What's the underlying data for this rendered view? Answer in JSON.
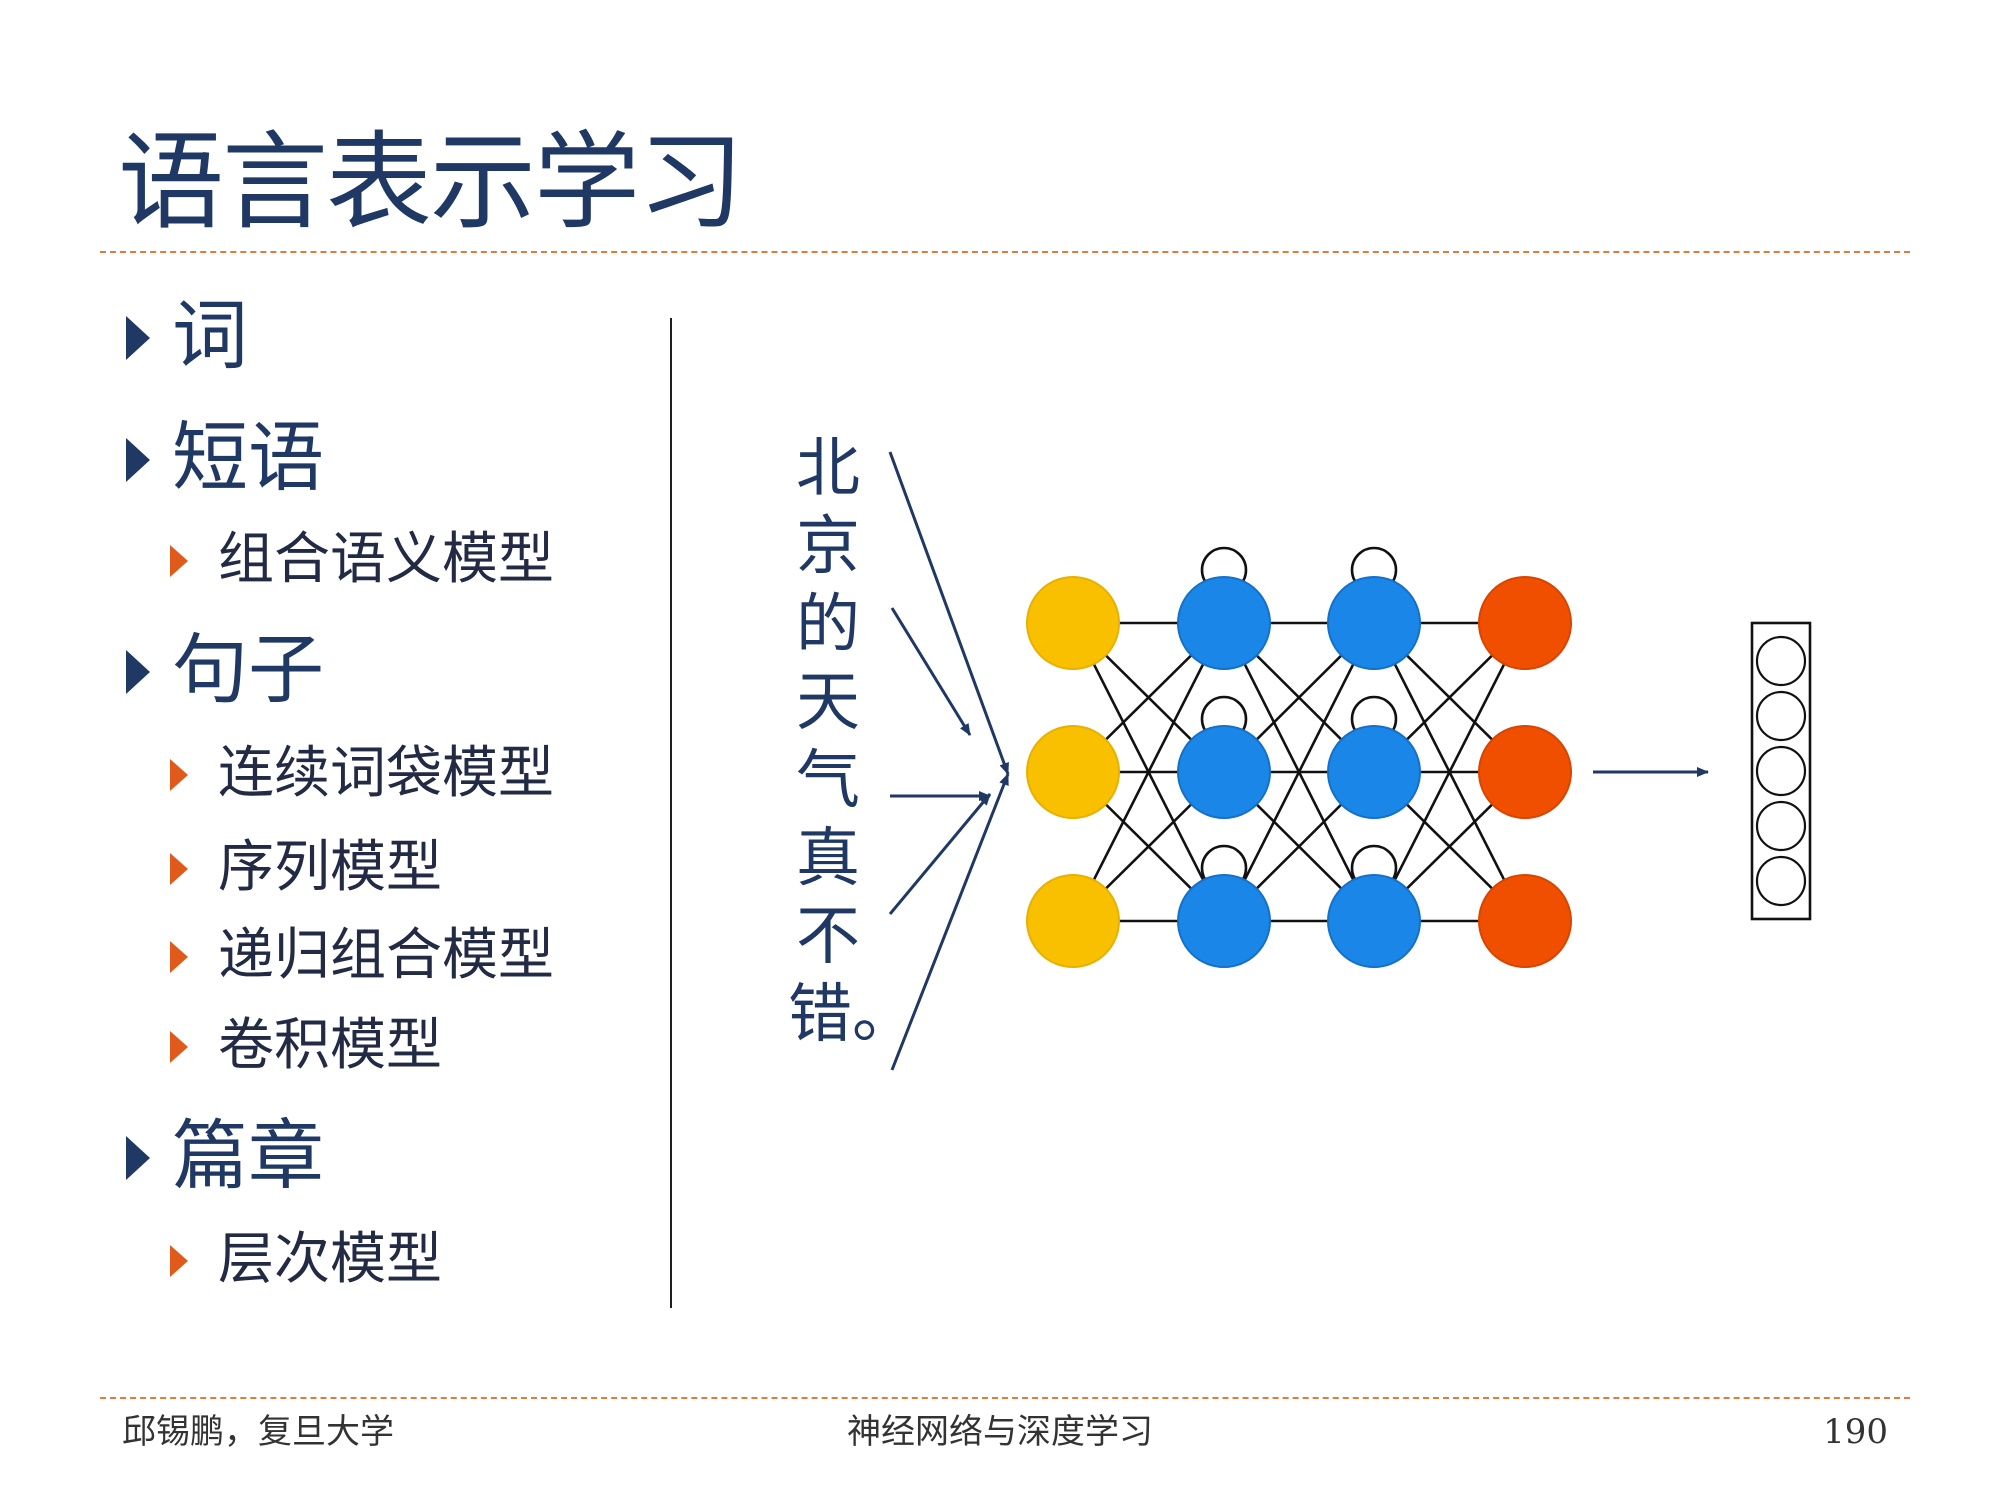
{
  "title": "语言表示学习",
  "bullets": [
    {
      "level": 1,
      "text": "词"
    },
    {
      "level": 1,
      "text": "短语"
    },
    {
      "level": 2,
      "text": "组合语义模型"
    },
    {
      "level": 1,
      "text": "句子"
    },
    {
      "level": 2,
      "text": "连续词袋模型"
    },
    {
      "level": 2,
      "text": "序列模型"
    },
    {
      "level": 2,
      "text": "递归组合模型"
    },
    {
      "level": 2,
      "text": "卷积模型"
    },
    {
      "level": 1,
      "text": "篇章"
    },
    {
      "level": 2,
      "text": "层次模型"
    }
  ],
  "input_sentence": "北京的天气真不错。",
  "colors": {
    "title": "#1f3864",
    "dashed_rule": "#e07b39",
    "level1_marker": "#1f3864",
    "level2_marker": "#e05a1c",
    "input_node": "#f9c000",
    "hidden_node": "#1a86e8",
    "output_node": "#f04f00"
  },
  "footer": {
    "author": "邱锡鹏，复旦大学",
    "course": "神经网络与深度学习",
    "page": "190"
  }
}
